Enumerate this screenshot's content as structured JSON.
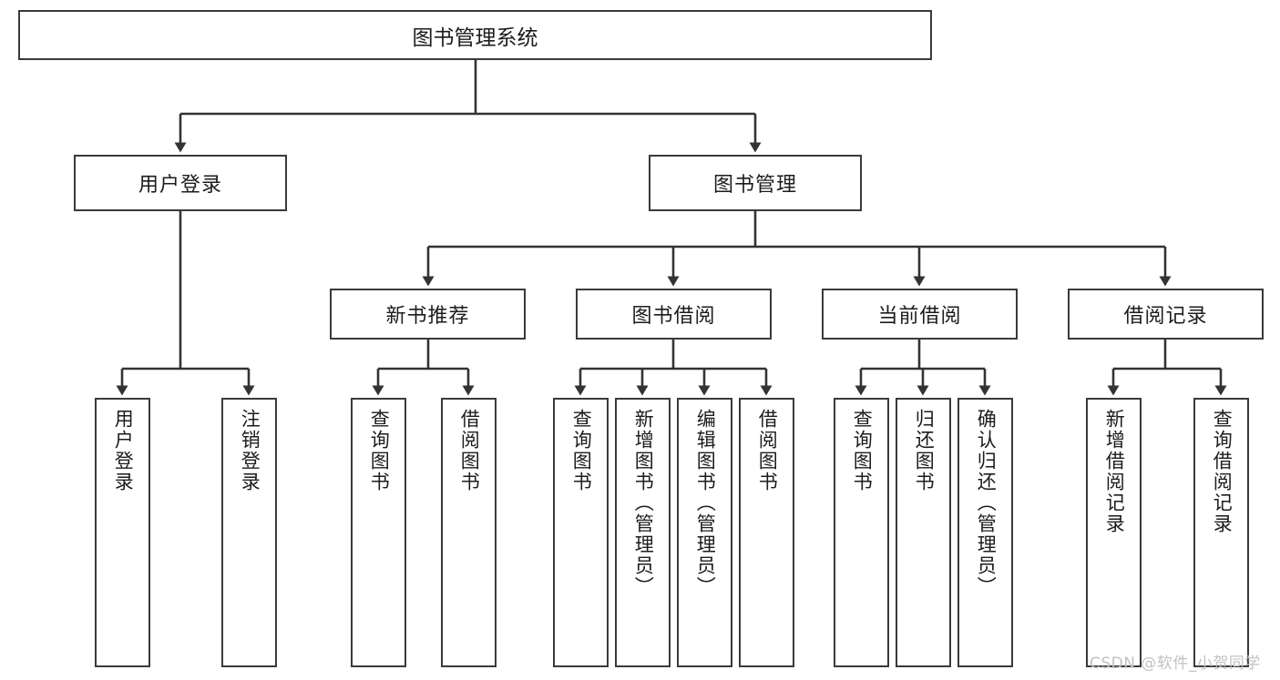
{
  "diagram": {
    "title": "图书管理系统",
    "type": "tree",
    "root": {
      "id": "root",
      "label": "图书管理系统"
    },
    "level2": [
      {
        "id": "user-login",
        "label": "用户登录"
      },
      {
        "id": "book-mgmt",
        "label": "图书管理"
      }
    ],
    "level3": [
      {
        "id": "new-book-rec",
        "label": "新书推荐",
        "parent": "book-mgmt"
      },
      {
        "id": "book-borrow",
        "label": "图书借阅",
        "parent": "book-mgmt"
      },
      {
        "id": "current-borrow",
        "label": "当前借阅",
        "parent": "book-mgmt"
      },
      {
        "id": "borrow-record",
        "label": "借阅记录",
        "parent": "book-mgmt"
      }
    ],
    "leaves": [
      {
        "id": "leaf-user-login",
        "label": "用户登录",
        "parent": "user-login"
      },
      {
        "id": "leaf-user-logout",
        "label": "注销登录",
        "parent": "user-login"
      },
      {
        "id": "leaf-rec-query",
        "label": "查询图书",
        "parent": "new-book-rec"
      },
      {
        "id": "leaf-rec-borrow",
        "label": "借阅图书",
        "parent": "new-book-rec"
      },
      {
        "id": "leaf-borrow-query",
        "label": "查询图书",
        "parent": "book-borrow"
      },
      {
        "id": "leaf-borrow-add",
        "label": "新增图书（管理员）",
        "parent": "book-borrow"
      },
      {
        "id": "leaf-borrow-edit",
        "label": "编辑图书（管理员）",
        "parent": "book-borrow"
      },
      {
        "id": "leaf-borrow-lend",
        "label": "借阅图书",
        "parent": "book-borrow"
      },
      {
        "id": "leaf-cur-query",
        "label": "查询图书",
        "parent": "current-borrow"
      },
      {
        "id": "leaf-cur-return",
        "label": "归还图书",
        "parent": "current-borrow"
      },
      {
        "id": "leaf-cur-confirm",
        "label": "确认归还（管理员）",
        "parent": "current-borrow"
      },
      {
        "id": "leaf-rec-add",
        "label": "新增借阅记录",
        "parent": "borrow-record"
      },
      {
        "id": "leaf-rec-query2",
        "label": "查询借阅记录",
        "parent": "borrow-record"
      }
    ]
  },
  "watermark": {
    "text": "CSDN @软件_小贺同学"
  },
  "colors": {
    "box_border": "#3a3a3a",
    "box_fill": "#ffffff",
    "text": "#1c1c1c",
    "connector": "#333333",
    "watermark": "#c2c2c2",
    "background": "#ffffff"
  }
}
